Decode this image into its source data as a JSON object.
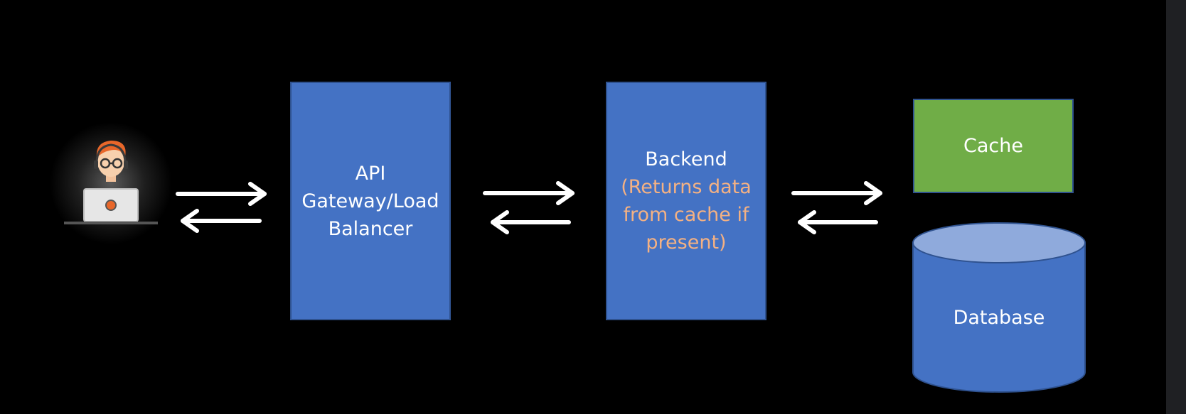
{
  "diagram": {
    "user": {
      "icon": "developer-at-laptop-icon"
    },
    "api_gateway": {
      "lines": [
        "API",
        "Gateway/Load",
        "Balancer"
      ]
    },
    "backend": {
      "title": "Backend",
      "note_lines": [
        "(Returns data",
        "from cache if",
        "present)"
      ]
    },
    "cache": {
      "label": "Cache"
    },
    "database": {
      "label": "Database"
    },
    "colors": {
      "background": "#000000",
      "box_fill": "#4472c4",
      "box_border": "#2f528f",
      "cache_fill": "#70ad47",
      "db_top": "#8faadc",
      "note_text": "#f4b183",
      "arrow": "#ffffff",
      "sidebar": "#1f2023"
    }
  }
}
